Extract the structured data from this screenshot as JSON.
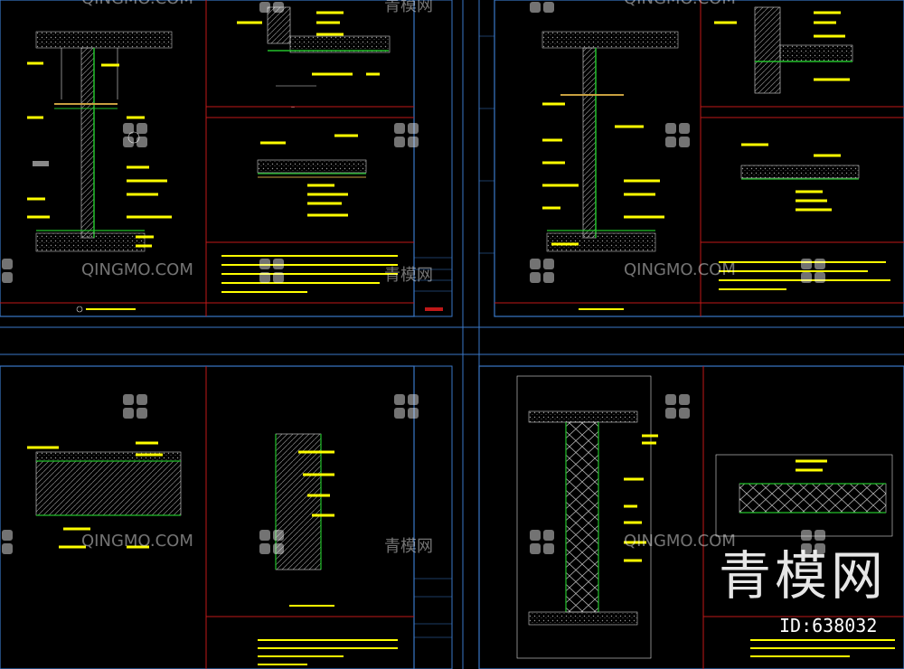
{
  "watermark": {
    "latin": "QINGMO.COM",
    "cn": "青模网",
    "big": "青模网",
    "id": "ID:638032"
  },
  "colors": {
    "background": "#000000",
    "frame_blue": "#3a78c8",
    "frame_red": "#c01818",
    "annotation_yellow": "#ffff00",
    "detail_white": "#d8d8d8",
    "detail_green": "#22c02a"
  }
}
